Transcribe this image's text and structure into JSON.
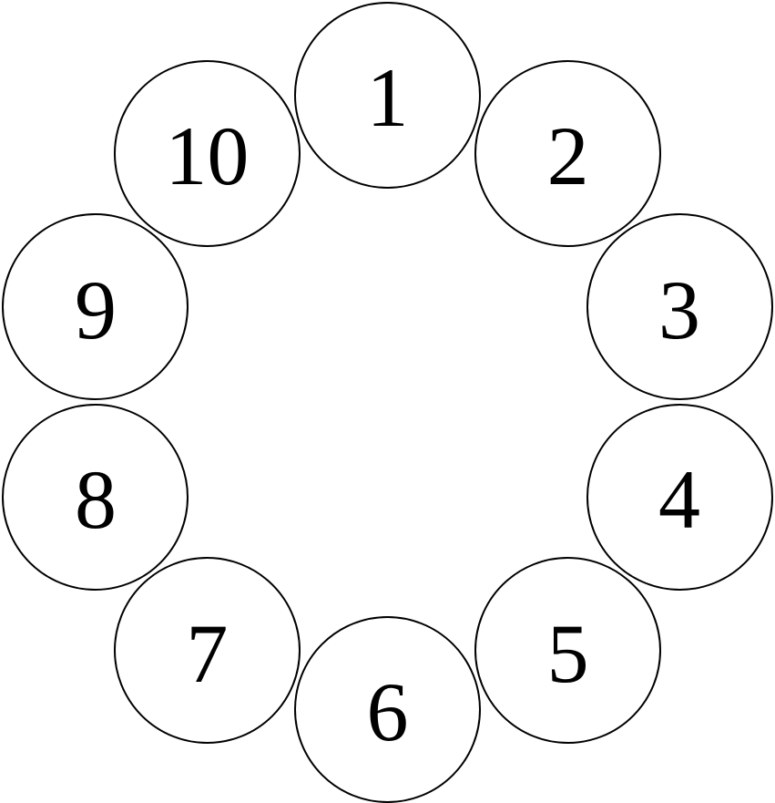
{
  "diagram": {
    "type": "circle-ring",
    "background_color": "#ffffff",
    "node_fill_color": "#ffffff",
    "node_stroke_color": "#000000",
    "label_color": "#000000",
    "node_count": 10,
    "order": "clockwise-from-top",
    "nodes": [
      {
        "label": "1"
      },
      {
        "label": "2"
      },
      {
        "label": "3"
      },
      {
        "label": "4"
      },
      {
        "label": "5"
      },
      {
        "label": "6"
      },
      {
        "label": "7"
      },
      {
        "label": "8"
      },
      {
        "label": "9"
      },
      {
        "label": "10"
      }
    ]
  }
}
